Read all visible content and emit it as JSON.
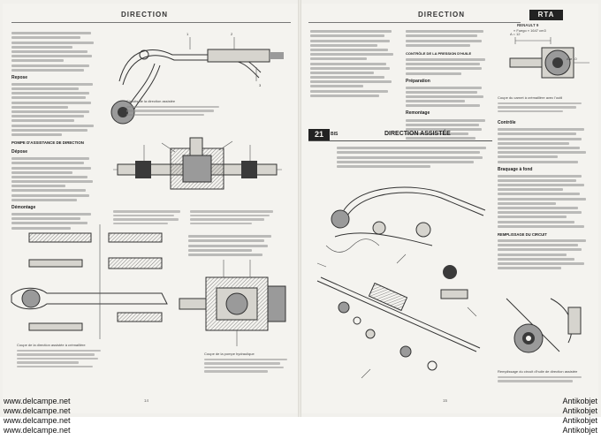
{
  "left_page": {
    "header_title": "DIRECTION",
    "sections": [
      {
        "heading": "Repose"
      },
      {
        "heading": "POMPE D'ASSISTANCE DE DIRECTION"
      },
      {
        "heading": "Dépose"
      },
      {
        "heading": "Démontage"
      }
    ],
    "figure_caption_1": "Circuits de la direction assistée",
    "figure_caption_2": "Coupe de la direction assistée à crémaillère",
    "figure_caption_3": "Coupe de la pompe hydraulique",
    "page_number": "14"
  },
  "right_page": {
    "header_title": "DIRECTION",
    "brand_label": "RENAULT 9",
    "brand_sub": "« Fuego » 1647 cm3",
    "logo": "RTA",
    "dim_a": "A = 12",
    "dim_b": "A ø 10",
    "sections": [
      {
        "heading": "CONTRÔLE DE LA PRESSION D'HUILE"
      },
      {
        "heading": "Préparation"
      },
      {
        "heading": "Remontage"
      },
      {
        "heading": "Contrôle"
      },
      {
        "heading": "Braquage à fond"
      },
      {
        "heading": "REMPLISSAGE DU CIRCUIT"
      }
    ],
    "section_number": "21",
    "section_suffix": "BIS",
    "section_title": "DIRECTION ASSISTÉE",
    "figure_caption_tool": "Coupe du carnet à crémaillère avec l'outil",
    "figure_caption_fill": "Remplissage du circuit d'huile de direction assistée",
    "page_number": "15"
  },
  "watermarks": {
    "left": [
      "www.delcampe.net",
      "www.delcampe.net",
      "www.delcampe.net",
      "www.delcampe.net"
    ],
    "right": [
      "Antikobjet",
      "Antikobjet",
      "Antikobjet",
      "Antikobjet"
    ]
  }
}
